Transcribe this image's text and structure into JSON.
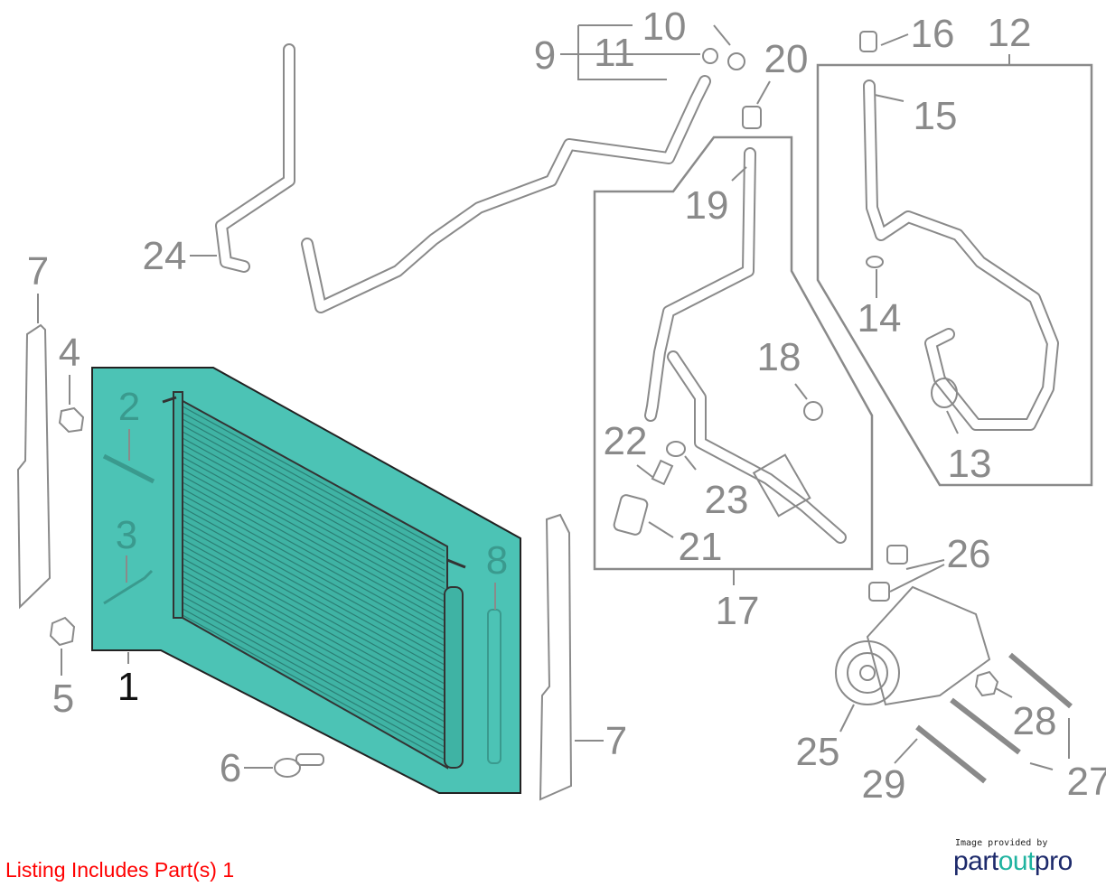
{
  "diagram": {
    "title": "A/C condenser and refrigerant lines parts diagram",
    "highlight_color": "#4cc3b5",
    "callouts": {
      "c1": "1",
      "c2": "2",
      "c3": "3",
      "c4": "4",
      "c5": "5",
      "c6": "6",
      "c7a": "7",
      "c7b": "7",
      "c8": "8",
      "c9": "9",
      "c10": "10",
      "c11": "11",
      "c12": "12",
      "c13": "13",
      "c14": "14",
      "c15": "15",
      "c16": "16",
      "c17": "17",
      "c18": "18",
      "c19": "19",
      "c20": "20",
      "c21": "21",
      "c22": "22",
      "c23": "23",
      "c24": "24",
      "c25": "25",
      "c26": "26",
      "c27": "27",
      "c28": "28",
      "c29": "29"
    }
  },
  "footer": {
    "listing_text": "Listing Includes Part(s) 1",
    "credit_text": "Image provided by",
    "brand_part1": "part",
    "brand_part2": "out",
    "brand_part3": "pro"
  }
}
